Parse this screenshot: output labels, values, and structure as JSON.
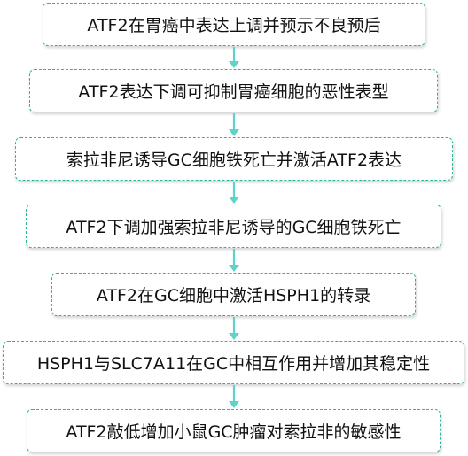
{
  "colors": {
    "border": "#2bb59a",
    "arrow": "#5fd3c7",
    "text": "#111111"
  },
  "steps": [
    "ATF2在胃癌中表达上调并预示不良预后",
    "ATF2表达下调可抑制胃癌细胞的恶性表型",
    "索拉非尼诱导GC细胞铁死亡并激活ATF2表达",
    "ATF2下调加强索拉非尼诱导的GC细胞铁死亡",
    "ATF2在GC细胞中激活HSPH1的转录",
    "HSPH1与SLC7A11在GC中相互作用并增加其稳定性",
    "ATF2敲低增加小鼠GC肿瘤对索拉非的敏感性"
  ],
  "arrow_icon": "down-arrow-icon"
}
